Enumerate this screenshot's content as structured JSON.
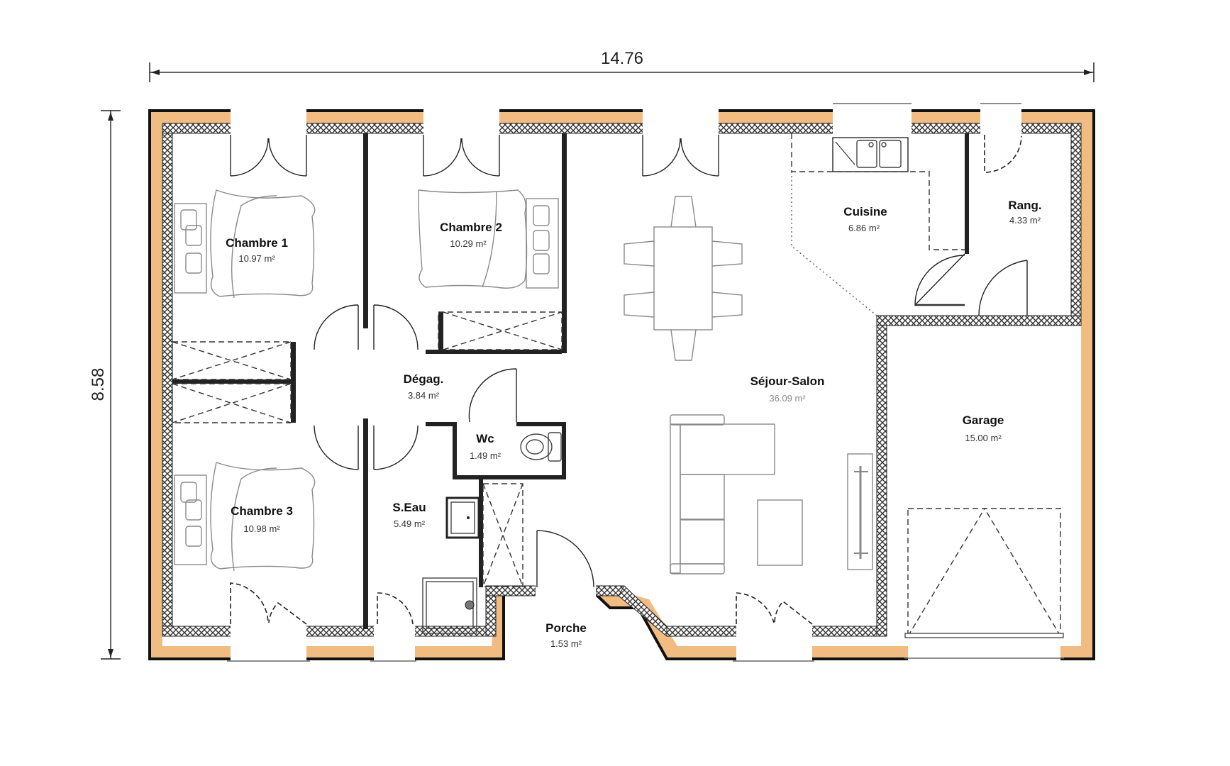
{
  "plan": {
    "width_label": "14.76",
    "height_label": "8.58",
    "colors": {
      "exterior_wall": "#F0BC82",
      "wall_outline": "#111111",
      "insulation": "#444444",
      "background": "#FFFFFF"
    }
  },
  "rooms": [
    {
      "name": "Chambre 1",
      "area": "10.97 m²"
    },
    {
      "name": "Chambre 2",
      "area": "10.29 m²"
    },
    {
      "name": "Chambre 3",
      "area": "10.98 m²"
    },
    {
      "name": "Dégag.",
      "area": "3.84 m²"
    },
    {
      "name": "Wc",
      "area": "1.49 m²"
    },
    {
      "name": "S.Eau",
      "area": "5.49 m²"
    },
    {
      "name": "Porche",
      "area": "1.53 m²"
    },
    {
      "name": "Séjour-Salon",
      "area": "36.09 m²"
    },
    {
      "name": "Cuisine",
      "area": "6.86 m²"
    },
    {
      "name": "Rang.",
      "area": "4.33 m²"
    },
    {
      "name": "Garage",
      "area": "15.00 m²"
    }
  ]
}
